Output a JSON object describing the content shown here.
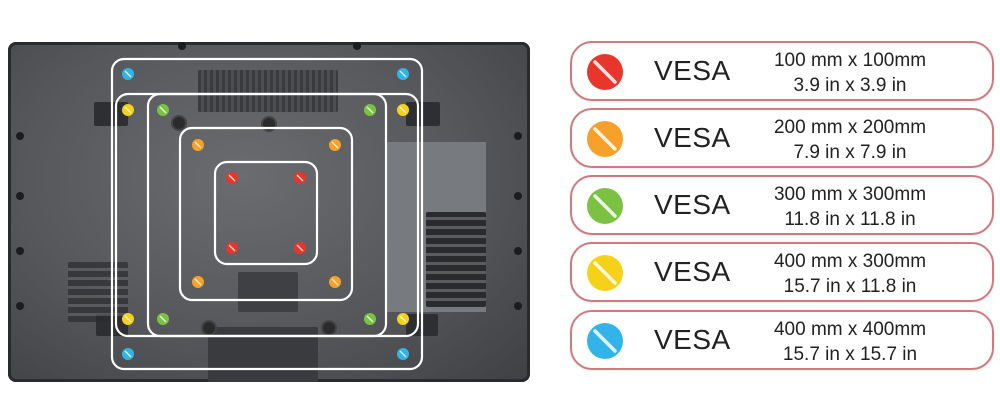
{
  "legend": [
    {
      "label": "VESA",
      "metric": "100 mm x 100mm",
      "imperial": "3.9 in x 3.9 in",
      "color": "#e8362c"
    },
    {
      "label": "VESA",
      "metric": "200 mm x 200mm",
      "imperial": "7.9 in x 7.9 in",
      "color": "#f7a12a"
    },
    {
      "label": "VESA",
      "metric": "300 mm x 300mm",
      "imperial": "11.8 in x 11.8 in",
      "color": "#7cc242"
    },
    {
      "label": "VESA",
      "metric": "400 mm x 300mm",
      "imperial": "15.7 in x 11.8 in",
      "color": "#f5d219"
    },
    {
      "label": "VESA",
      "metric": "400 mm x 400mm",
      "imperial": "15.7 in x 15.7 in",
      "color": "#32b4e8"
    }
  ],
  "frame_color": "#ffffff",
  "icons": [
    "no-entry-icon",
    "mounting-screw-icon"
  ]
}
